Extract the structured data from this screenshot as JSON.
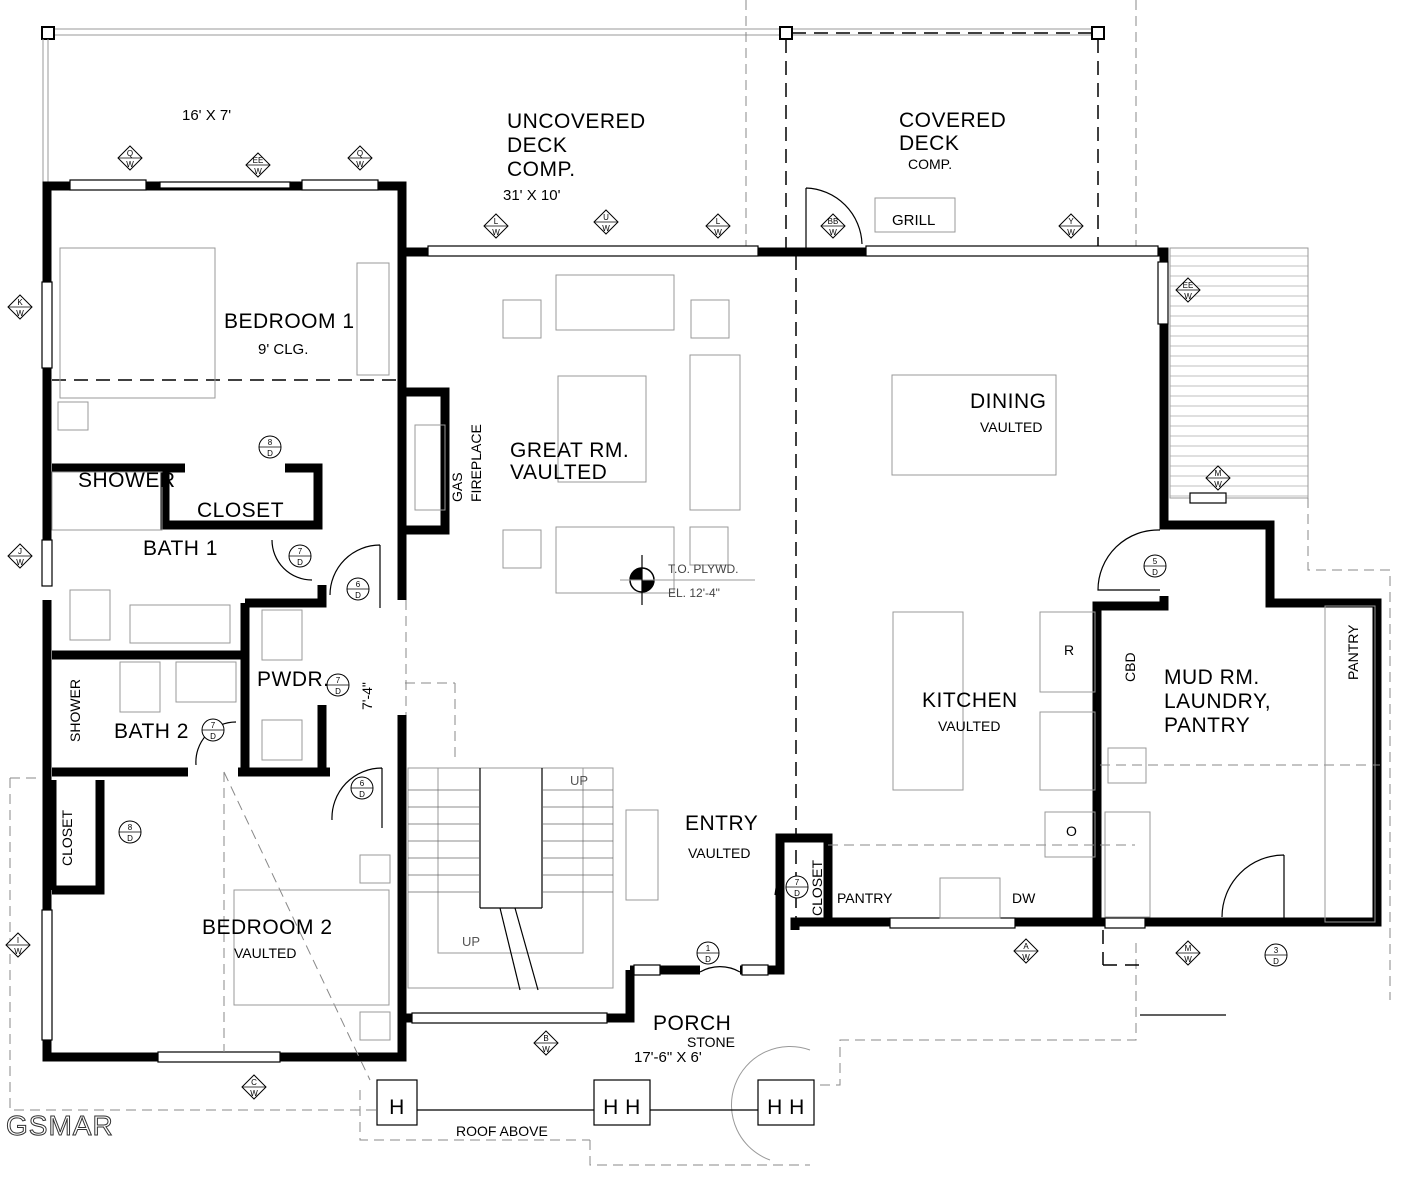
{
  "rooms": {
    "deck_left_size": "16' X 7'",
    "uncovered_deck": [
      "UNCOVERED",
      "DECK",
      "COMP."
    ],
    "uncovered_deck_size": "31' X 10'",
    "covered_deck": [
      "COVERED",
      "DECK",
      "COMP."
    ],
    "grill": "GRILL",
    "bedroom1": "BEDROOM 1",
    "bedroom1_sub": "9' CLG.",
    "great_room": [
      "GREAT RM.",
      "VAULTED"
    ],
    "fireplace": [
      "GAS",
      "FIREPLACE"
    ],
    "elevation": [
      "T.O. PLYWD.",
      "EL. 12'-4\""
    ],
    "dining": "DINING",
    "dining_sub": "VAULTED",
    "shower1": "SHOWER",
    "closet1": "CLOSET",
    "bath1": "BATH 1",
    "pwdr": "PWDR.",
    "dimension": "7'-4\"",
    "shower2": "SHOWER",
    "bath2": "BATH 2",
    "closet2": "CLOSET",
    "bedroom2": "BEDROOM 2",
    "bedroom2_sub": "VAULTED",
    "kitchen": "KITCHEN",
    "kitchen_sub": "VAULTED",
    "refrigerator": "R",
    "oven": "O",
    "cbd": "CBD",
    "mud_room": [
      "MUD RM.",
      "LAUNDRY,",
      "PANTRY"
    ],
    "pantry_side": "PANTRY",
    "pantry_kitchen": "PANTRY",
    "dw": "DW",
    "closet_entry": "CLOSET",
    "entry": "ENTRY",
    "entry_sub": "VAULTED",
    "stairs_up_1": "UP",
    "stairs_up_2": "UP",
    "porch": "PORCH",
    "porch_sub": "STONE",
    "porch_size": "17'-6\" X 6'",
    "roof_above": "ROOF ABOVE",
    "post_labels": [
      "H",
      "H H",
      "H H"
    ]
  },
  "window_tags": [
    "Q",
    "EE",
    "Q",
    "K",
    "L",
    "U",
    "L",
    "BB",
    "Y",
    "EE",
    "M",
    "J",
    "I",
    "C",
    "B",
    "A",
    "M"
  ],
  "window_tag_suffix": "W",
  "door_tags": [
    "8",
    "7",
    "6",
    "7",
    "7",
    "6",
    "8",
    "7",
    "1",
    "5",
    "3"
  ],
  "door_tag_suffix": "D",
  "watermark": "GSMAR"
}
